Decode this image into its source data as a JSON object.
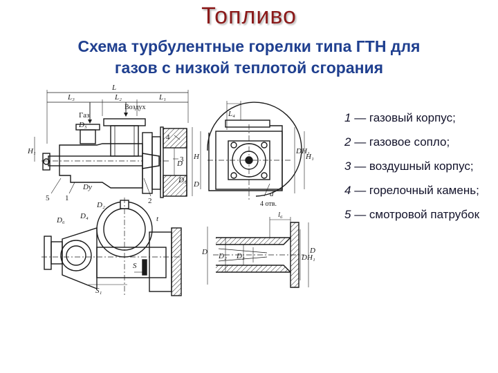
{
  "title": "Топливо",
  "subtitle_line1": "Схема турбулентные горелки типа ГТН для",
  "subtitle_line2": "газов с низкой теплотой сгорания",
  "labels": {
    "L": "L",
    "L1": "L₁",
    "L2": "L₂",
    "L3": "L₃",
    "L4": "L₄",
    "L6": "l₆",
    "gas": "Газ",
    "air": "Воздух",
    "H": "H",
    "H1": "H₁",
    "D": "D",
    "D1": "D₁",
    "D2": "D₂",
    "D3": "D₃",
    "D4": "D₄",
    "D5": "D₅",
    "D6": "D₆",
    "Dy": "Dy",
    "DH1": "DH₁",
    "DH1b": "DH₁",
    "d": "d",
    "holes": "4 отв.",
    "s": "S",
    "s1": "S₁",
    "t": "t",
    "n1": "1",
    "n2": "2",
    "n3": "3",
    "n4": "4",
    "n5": "5"
  },
  "legend": [
    {
      "num": "1",
      "text": " — газовый корпус;"
    },
    {
      "num": "2",
      "text": " — газовое сопло;"
    },
    {
      "num": "3",
      "text": " — воздушный корпус;"
    },
    {
      "num": "4",
      "text": " — горелочный камень;"
    },
    {
      "num": "5",
      "text": " — смотровой патрубок"
    }
  ],
  "colors": {
    "title": "#8b1a1a",
    "subtitle": "#1f3f8f",
    "ink": "#1a1a1a"
  }
}
